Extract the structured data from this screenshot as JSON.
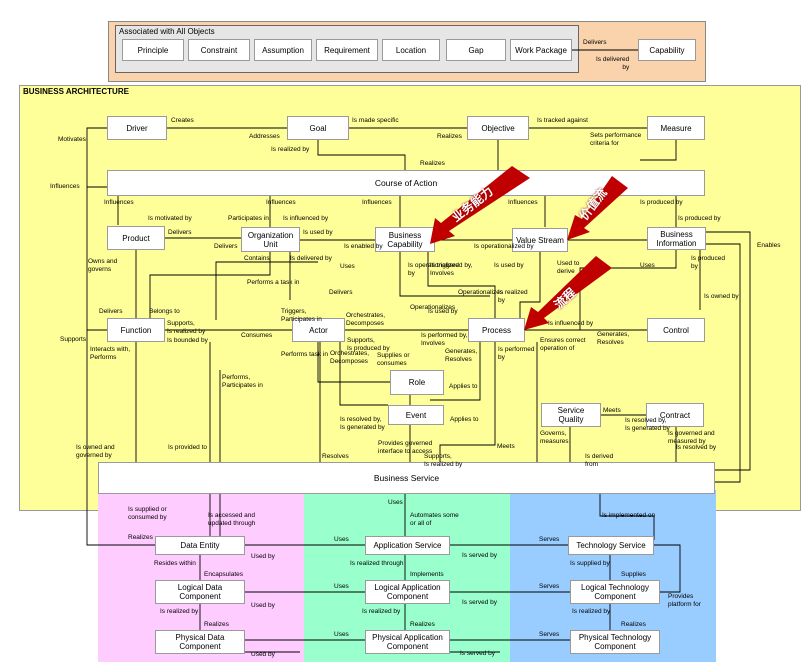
{
  "associated": {
    "title": "Associated with All Objects",
    "items": [
      "Principle",
      "Constraint",
      "Assumption",
      "Requirement",
      "Location",
      "Gap",
      "Work Package"
    ],
    "capability": "Capability",
    "delivers": "Delivers",
    "is_delivered_by": "Is delivered\nby"
  },
  "business_architecture": {
    "title": "BUSINESS ARCHITECTURE",
    "boxes": {
      "driver": "Driver",
      "goal": "Goal",
      "objective": "Objective",
      "measure": "Measure",
      "course": "Course of Action",
      "product": "Product",
      "org": "Organization\nUnit",
      "bizcap": "Business\nCapability",
      "valuestream": "Value Stream",
      "bizinfo": "Business\nInformation",
      "function": "Function",
      "actor": "Actor",
      "process": "Process",
      "control": "Control",
      "role": "Role",
      "event": "Event",
      "svcq": "Service\nQuality",
      "contract": "Contract",
      "bizsvc": "Business Service"
    },
    "labels": [
      "Creates",
      "Is made specific",
      "Is tracked against",
      "Motivates",
      "Addresses",
      "Realizes",
      "Sets performance\ncriteria for",
      "Is realized by",
      "Realizes",
      "Influences",
      "Influences",
      "Influences",
      "Influences",
      "Influences",
      "Is produced by",
      "Is motivated by",
      "Participates in",
      "Is influenced by",
      "Is produced by",
      "Delivers",
      "Delivers",
      "Is used by",
      "Is enabled by",
      "Is operationalized by",
      "Used to\nderive",
      "Enables",
      "Contains",
      "Is delivered by",
      "Uses",
      "Is operationalized\nby",
      "Is triggered by,\nInvolves",
      "Is used by",
      "Uses",
      "Is produced\nby",
      "Owns and\ngoverns",
      "Performs a task in",
      "Delivers",
      "Operationalizes",
      "Is realized\nby",
      "Is owned by",
      "Delivers",
      "Belongs to",
      "Triggers,\nParticipates in",
      "Orchestrates,\nDecomposes",
      "Operationalizes",
      "Is used by",
      "Is influenced by",
      "Supports",
      "Supports,\nIs realized by",
      "Is bounded by",
      "Interacts with,\nPerforms",
      "Consumes",
      "Performs task in",
      "Supports,\nIs produced by",
      "Is performed by,\nInvolves",
      "Generates,\nResolves",
      "Orchestrates,\nDecomposes",
      "Ensures correct\noperation of",
      "Generates,\nResolves",
      "Is performed\nby",
      "Supplies or\nconsumes",
      "Performs,\nParticipates in",
      "Applies to",
      "Meets",
      "Is resolved by,\nIs generated by",
      "Is resolved by,\nIs generated by",
      "Applies to",
      "Governs,\nmeasures",
      "Is governed and\nmeasured by",
      "Is resolved by",
      "Provides governed\ninterface to access",
      "Is owned and\ngoverned by",
      "Is provided to",
      "Resolves",
      "Supports,\nIs realized by",
      "Meets",
      "Is derived\nfrom"
    ]
  },
  "data_arch": {
    "boxes": {
      "data_entity": "Data Entity",
      "logical_data": "Logical Data\nComponent",
      "physical_data": "Physical Data\nComponent"
    },
    "labels": [
      "Is supplied or\nconsumed by",
      "Is accessed and\nupdated through",
      "Realizes",
      "Resides within",
      "Used by",
      "Encapsulates",
      "Used by",
      "Is realized by",
      "Realizes",
      "Used by"
    ]
  },
  "app_arch": {
    "boxes": {
      "app_service": "Application Service",
      "logical_app": "Logical Application\nComponent",
      "physical_app": "Physical Application\nComponent"
    },
    "labels": [
      "Uses",
      "Automates some\nor all of",
      "Uses",
      "Is served by",
      "Is realized through",
      "Implements",
      "Uses",
      "Is served by",
      "Is realized by",
      "Realizes",
      "Uses",
      "Is served by"
    ]
  },
  "tech_arch": {
    "boxes": {
      "tech_service": "Technology Service",
      "logical_tech": "Logical Technology\nComponent",
      "physical_tech": "Physical Technology\nComponent"
    },
    "labels": [
      "Is implemented on",
      "Serves",
      "Is supplied by",
      "Supplies",
      "Serves",
      "Provides\nplatform for",
      "Is realized by",
      "Realizes",
      "Serves"
    ]
  },
  "annotations": {
    "bizcap": "业务能力",
    "valuestream": "价值流",
    "process": "流程"
  },
  "colors": {
    "orange": "#fad3ac",
    "yellow": "#ffff99",
    "pink": "#ffccff",
    "green": "#99ffcc",
    "blue": "#99ccff",
    "arrow": "#c00000"
  }
}
